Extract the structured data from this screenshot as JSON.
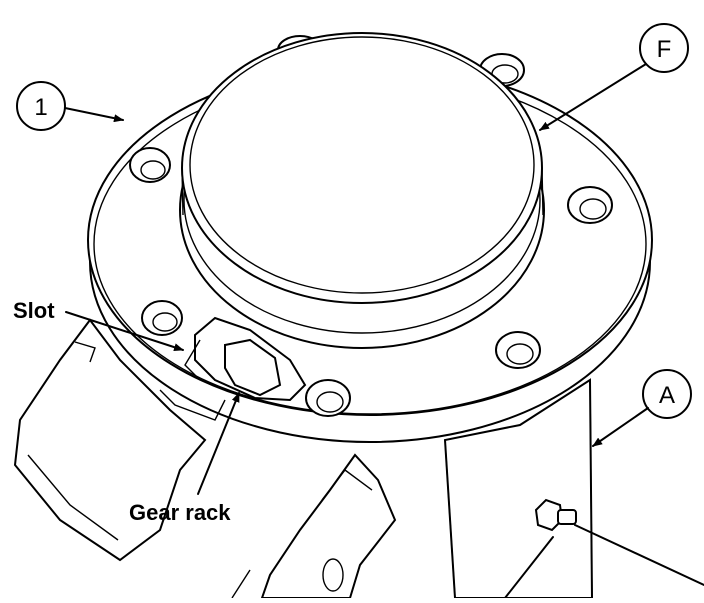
{
  "callouts": {
    "part_1": "1",
    "part_f": "F",
    "part_a": "A"
  },
  "labels": {
    "slot": "Slot",
    "gear_rack": "Gear rack"
  },
  "colors": {
    "line": "#000000",
    "background": "#ffffff"
  }
}
